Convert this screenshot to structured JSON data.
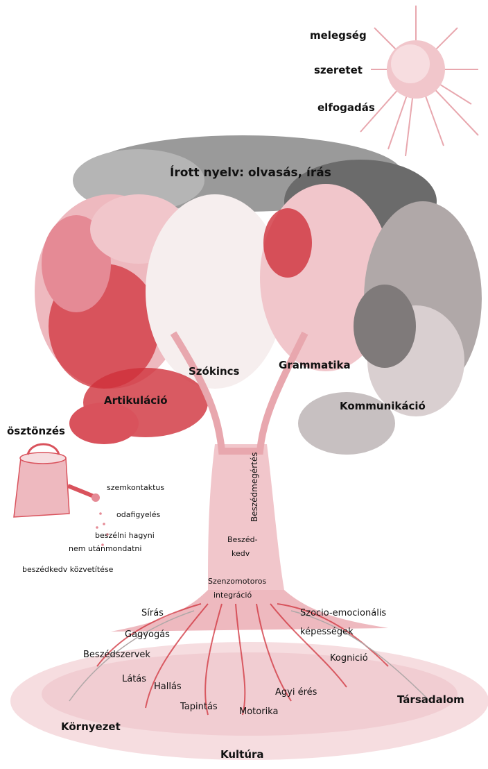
{
  "sun": {
    "values": [
      "melegség",
      "szeretet",
      "elfogadás"
    ]
  },
  "crown": {
    "top": "Írott nyelv: olvasás, írás",
    "vocabulary": "Szókincs",
    "grammar": "Grammatika",
    "articulation": "Artikuláció",
    "communication": "Kommunikáció"
  },
  "trunk": {
    "speech_understanding": "Beszédmegértés",
    "speech_desire_line1": "Beszéd-",
    "speech_desire_line2": "kedv",
    "integration_line1": "Szenzomotoros",
    "integration_line2": "integráció"
  },
  "watering": {
    "title": "ösztönzés",
    "items": [
      "szemkontaktus",
      "odafigyelés",
      "beszélni hagyni",
      "nem utánmondatni",
      "beszédkedv közvetítése"
    ]
  },
  "roots": {
    "crying": "Sírás",
    "babbling": "Gagyogás",
    "speech_organs": "Beszédszervek",
    "vision": "Látás",
    "hearing": "Hallás",
    "touch": "Tapintás",
    "motor": "Motorika",
    "brain": "Agyi érés",
    "cognition": "Kognició",
    "socio_line1": "Szocio-emocionális",
    "socio_line2": "képességek"
  },
  "ground": {
    "environment": "Környezet",
    "culture": "Kultúra",
    "society": "Társadalom"
  },
  "colors": {
    "red": "#d0313b",
    "pink": "#eeb9bf",
    "light_pink": "#f6dde0",
    "gray": "#8a8a8a",
    "dark_gray": "#4a4a4a"
  }
}
